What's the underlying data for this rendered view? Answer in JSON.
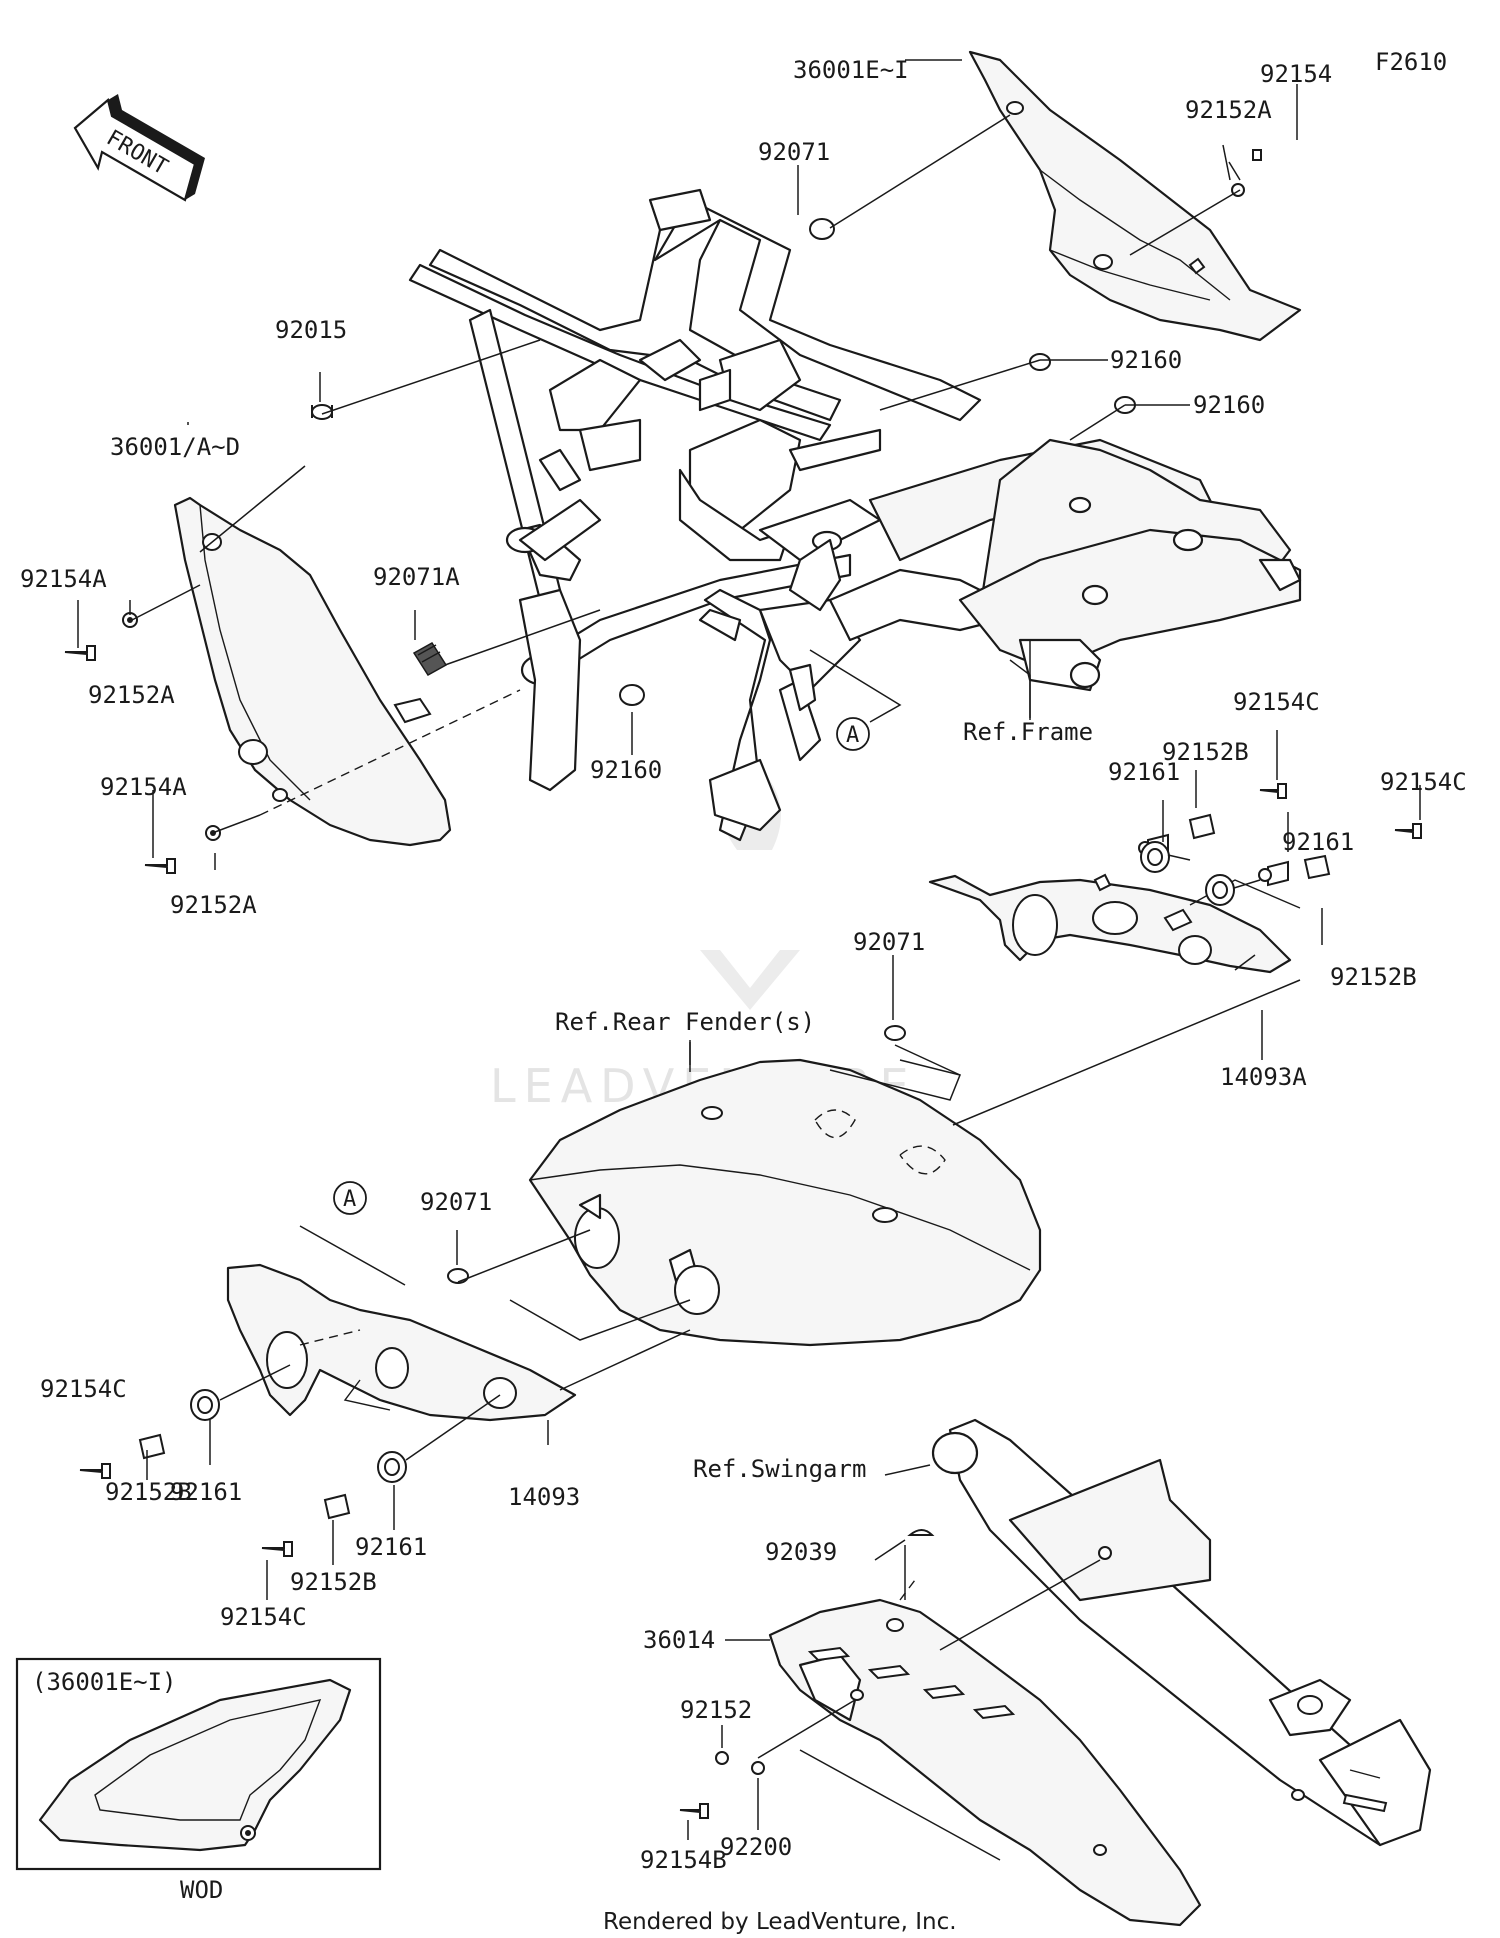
{
  "figure_code": "F2610",
  "front_label": "FRONT",
  "watermark": "LEADVENTURE",
  "footer": "Rendered by LeadVenture, Inc.",
  "inset": {
    "title": "(36001E~I)",
    "caption": "WOD"
  },
  "ref_labels": {
    "frame": "Ref.Frame",
    "rear_fender": "Ref.Rear Fender(s)",
    "swingarm": "Ref.Swingarm"
  },
  "callout_letter": "A",
  "parts": [
    {
      "id": "p36001ei",
      "label": "36001E~I"
    },
    {
      "id": "p92154top",
      "label": "92154"
    },
    {
      "id": "p92152atop",
      "label": "92152A"
    },
    {
      "id": "p92071top",
      "label": "92071"
    },
    {
      "id": "p92160a",
      "label": "92160"
    },
    {
      "id": "p92160b",
      "label": "92160"
    },
    {
      "id": "p36001ad",
      "label": "36001/A~D"
    },
    {
      "id": "p92015",
      "label": "92015"
    },
    {
      "id": "p92154a1",
      "label": "92154A"
    },
    {
      "id": "p92152a1",
      "label": "92152A"
    },
    {
      "id": "p92071a",
      "label": "92071A"
    },
    {
      "id": "p92154a2",
      "label": "92154A"
    },
    {
      "id": "p92152a2",
      "label": "92152A"
    },
    {
      "id": "p92160c",
      "label": "92160"
    },
    {
      "id": "p92154c1",
      "label": "92154C"
    },
    {
      "id": "p92161a",
      "label": "92161"
    },
    {
      "id": "p92152b1",
      "label": "92152B"
    },
    {
      "id": "p92154c2",
      "label": "92154C"
    },
    {
      "id": "p92161b",
      "label": "92161"
    },
    {
      "id": "p92152b2",
      "label": "92152B"
    },
    {
      "id": "p14093a",
      "label": "14093A"
    },
    {
      "id": "p92071mid",
      "label": "92071"
    },
    {
      "id": "p92071low",
      "label": "92071"
    },
    {
      "id": "p92154c3",
      "label": "92154C"
    },
    {
      "id": "p92152b3",
      "label": "92152B"
    },
    {
      "id": "p92161c",
      "label": "92161"
    },
    {
      "id": "p14093",
      "label": "14093"
    },
    {
      "id": "p92154c4",
      "label": "92154C"
    },
    {
      "id": "p92152b4",
      "label": "92152B"
    },
    {
      "id": "p92161d",
      "label": "92161"
    },
    {
      "id": "p92039",
      "label": "92039"
    },
    {
      "id": "p36014",
      "label": "36014"
    },
    {
      "id": "p92152",
      "label": "92152"
    },
    {
      "id": "p92200",
      "label": "92200"
    },
    {
      "id": "p92154b",
      "label": "92154B"
    }
  ]
}
